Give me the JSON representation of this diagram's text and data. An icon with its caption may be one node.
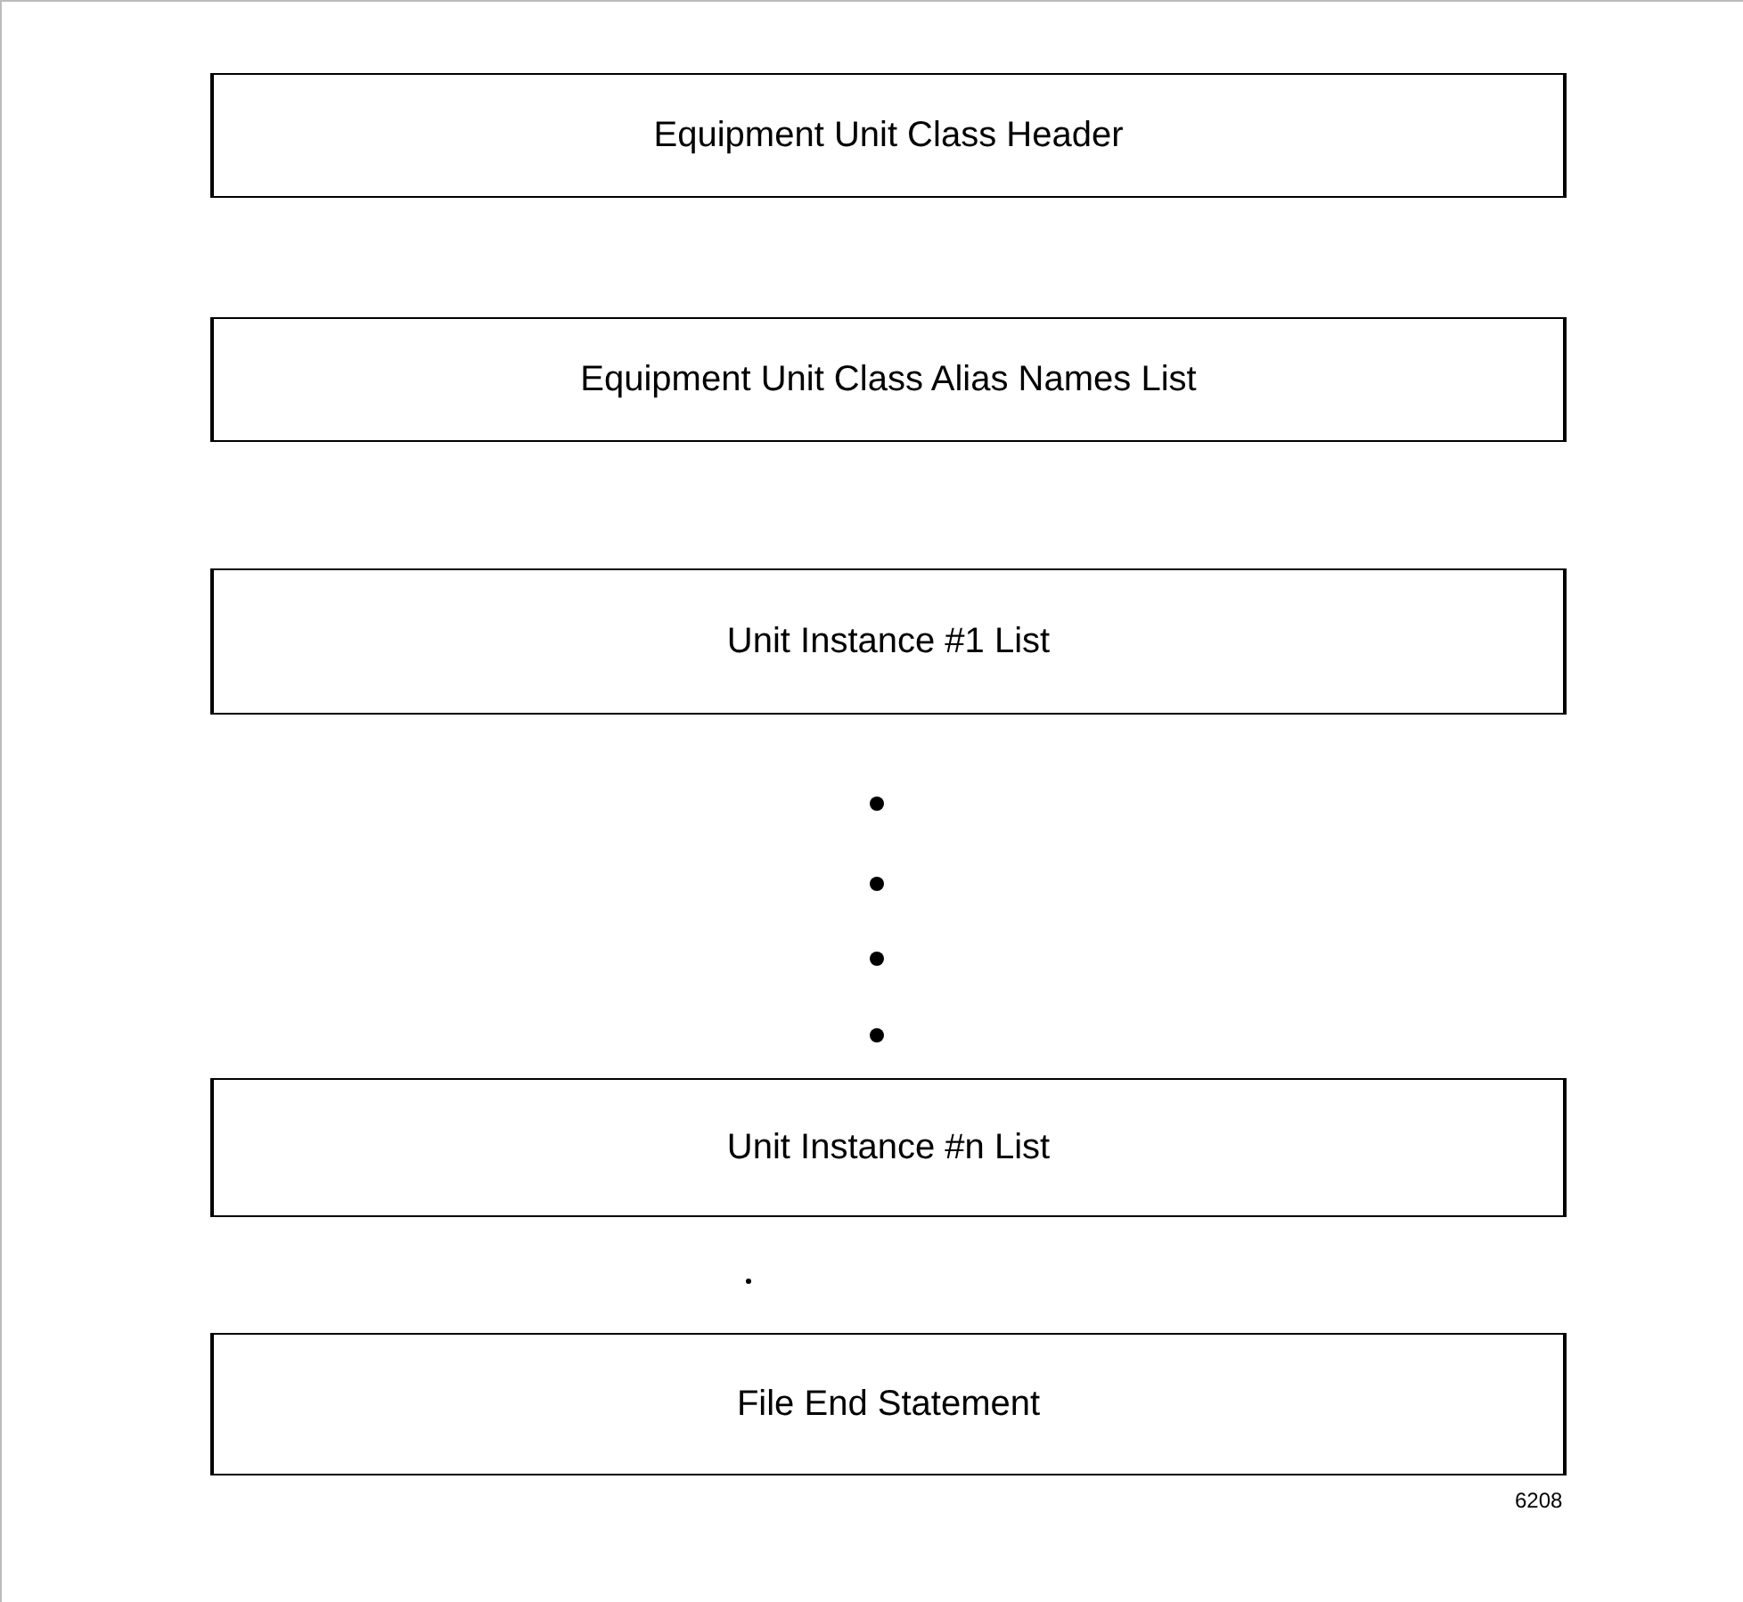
{
  "diagram": {
    "nodes": [
      {
        "text": [
          "Equipment Unit Class Header"
        ]
      },
      {
        "text": [
          "Equipment Unit Class Alias Names List"
        ]
      },
      {
        "text": [
          "Unit Instance #1 List"
        ]
      },
      {
        "text": [
          "Unit Instance #n List"
        ]
      },
      {
        "text": [
          "File End Statement"
        ]
      }
    ],
    "labels": [
      "6208"
    ]
  }
}
